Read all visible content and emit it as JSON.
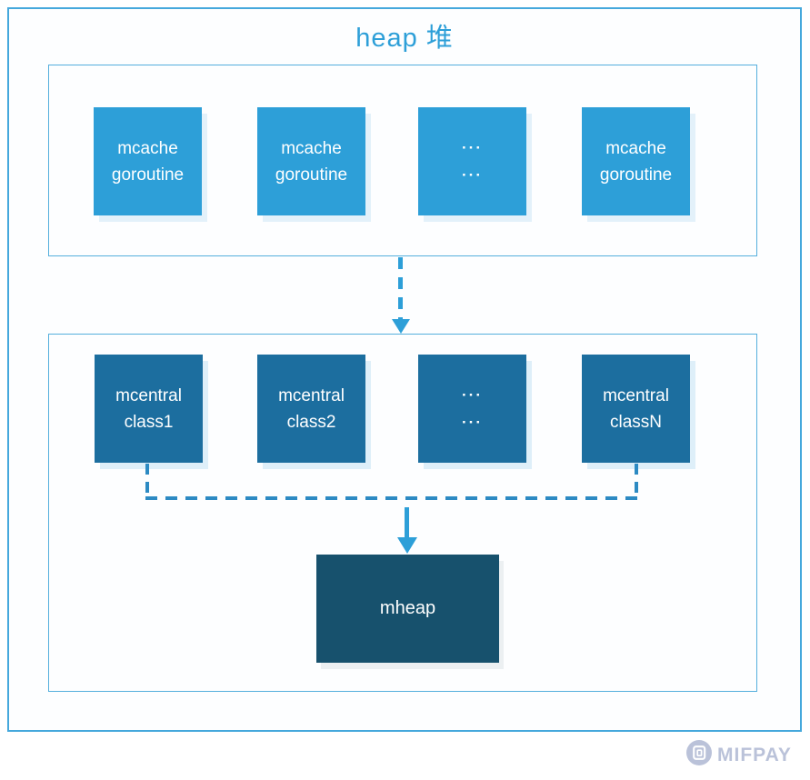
{
  "title": "heap 堆",
  "mcache_row": [
    {
      "line1": "mcache",
      "line2": "goroutine"
    },
    {
      "line1": "mcache",
      "line2": "goroutine"
    },
    {
      "line1": "···",
      "line2": "···"
    },
    {
      "line1": "mcache",
      "line2": "goroutine"
    }
  ],
  "mcentral_row": [
    {
      "line1": "mcentral",
      "line2": "class1"
    },
    {
      "line1": "mcentral",
      "line2": "class2"
    },
    {
      "line1": "···",
      "line2": "···"
    },
    {
      "line1": "mcentral",
      "line2": "classN"
    }
  ],
  "mheap": {
    "label": "mheap"
  },
  "watermark": {
    "text": "MIFPAY"
  },
  "colors": {
    "accent": "#2D9FD8",
    "frame_border": "#45A8DC",
    "mcache_fill": "#2D9FD8",
    "mcentral_fill": "#1C6E9F",
    "mheap_fill": "#17516D",
    "box_text": "#FFFFFF",
    "connector": "#2C8AC3",
    "watermark": "#BAC2D9"
  }
}
